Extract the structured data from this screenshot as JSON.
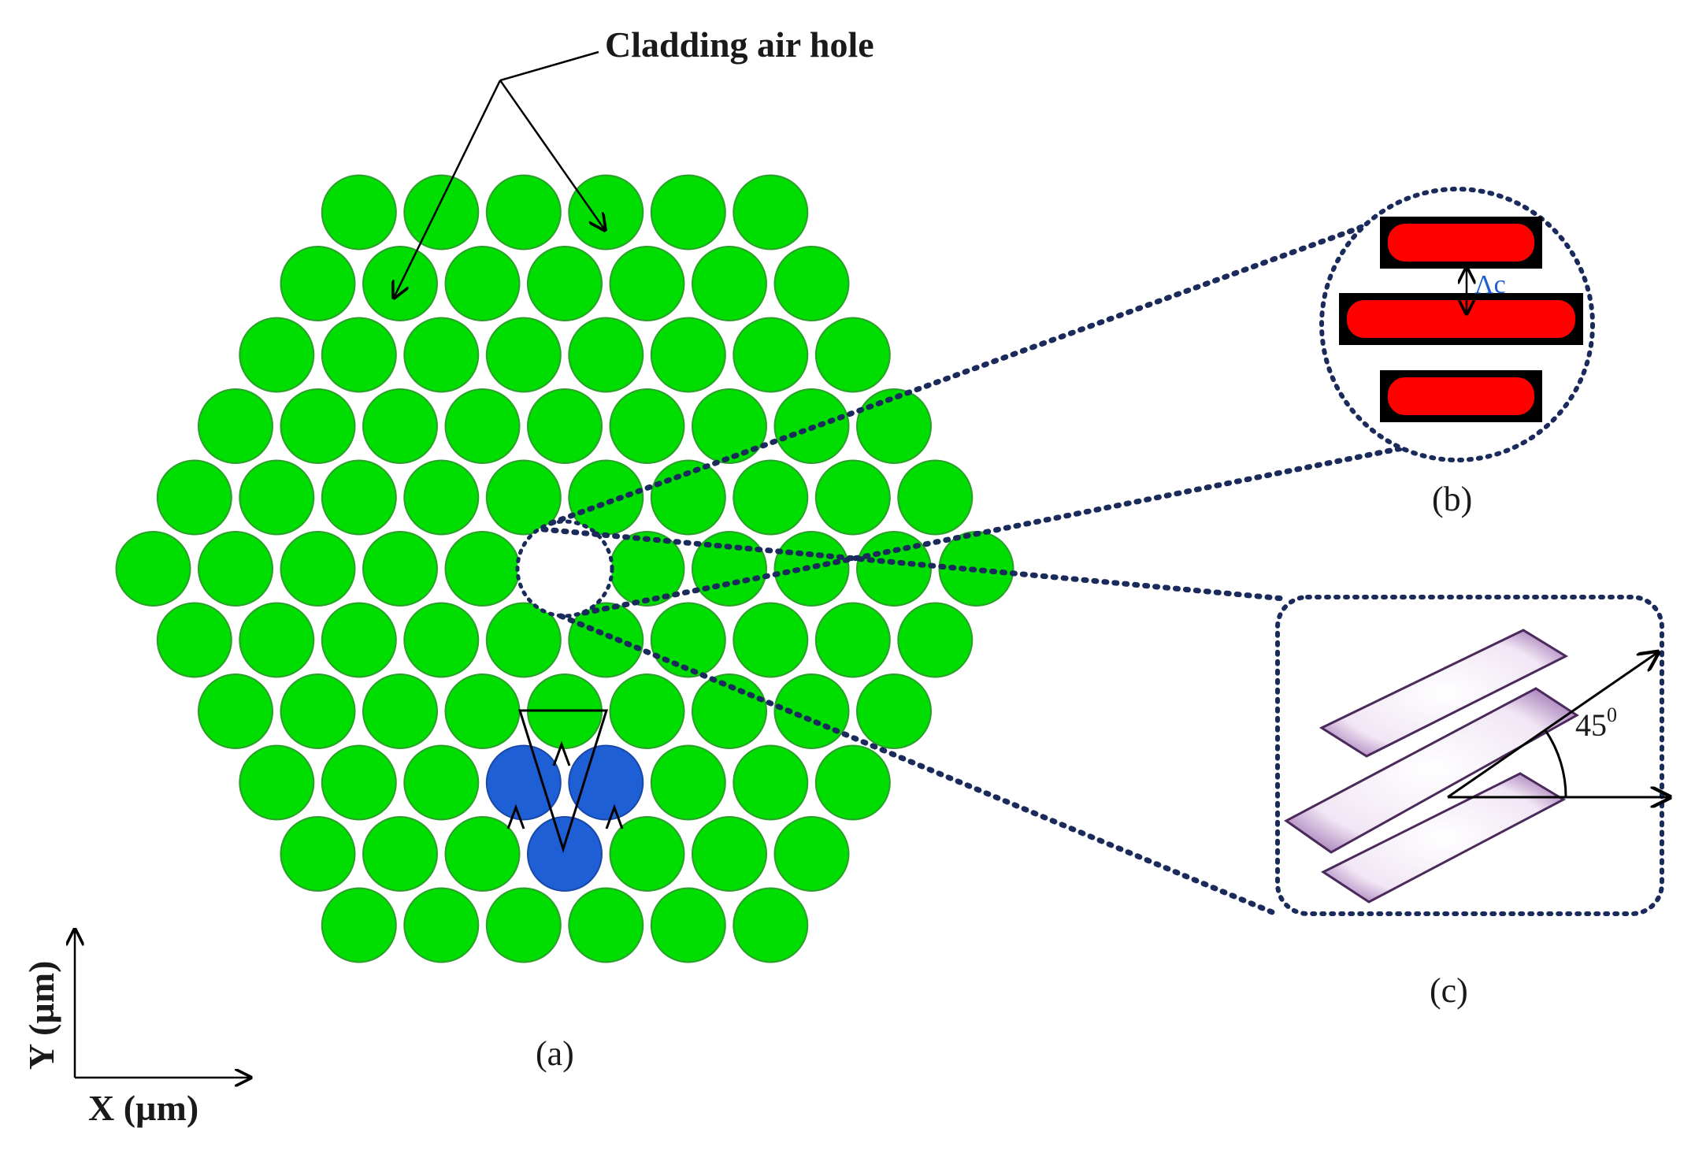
{
  "annotation": "Cladding air hole",
  "panels": {
    "a": "(a)",
    "b": "(b)",
    "c": "(c)"
  },
  "axes": {
    "x_label": "X (µm)",
    "y_label": "Y (µm)"
  },
  "inset_b": {
    "spacing_symbol": "Λc"
  },
  "inset_c": {
    "angle_text": "45",
    "angle_sup": "0"
  },
  "colors": {
    "cladding_hole": "#00dd00",
    "cladding_edge": "#2b9e2b",
    "blue_hole": "#1f5fd6",
    "red_bar": "#ff0000",
    "bar_border": "#000000",
    "dotted": "#1a2a5a",
    "slot_fill": "#f3eaf6",
    "slot_edge": "#4a2a5a"
  }
}
